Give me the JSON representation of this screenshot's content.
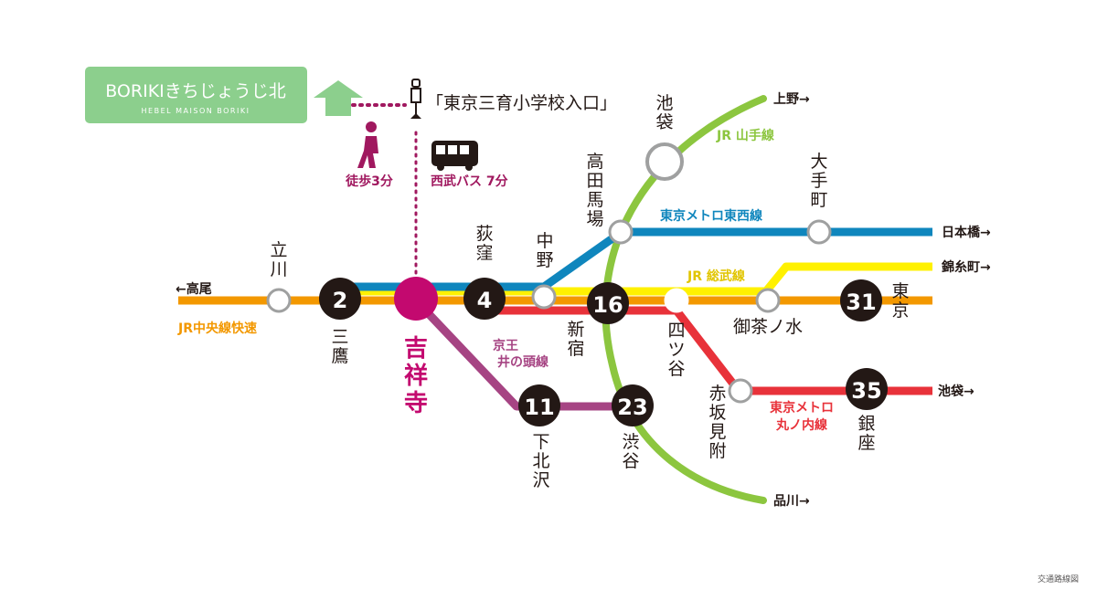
{
  "brand": {
    "name": "BORIKIきちじょうじ北",
    "subtitle": "HEBEL MAISON BORIKI",
    "bg_color": "#8ccf8d"
  },
  "access": {
    "walk_label": "徒歩3分",
    "bus_label": "西武バス 7分",
    "bus_stop_name": "「東京三育小学校入口」",
    "color": "#a0185f"
  },
  "main_station": {
    "name": "吉祥寺",
    "color": "#c3096f"
  },
  "lines": {
    "chuo_rapid": {
      "name": "JR中央線快速",
      "color": "#f39800"
    },
    "sobu": {
      "name": "JR 総武線",
      "color": "#fff100"
    },
    "tozai": {
      "name": "東京メトロ東西線",
      "color": "#0f86bd"
    },
    "marunouchi": {
      "name1": "東京メトロ",
      "name2": "丸ノ内線",
      "color": "#e8323a"
    },
    "inokashira": {
      "name1": "京王",
      "name2": "井の頭線",
      "color": "#a64483"
    },
    "yamanote": {
      "name": "JR 山手線",
      "color": "#8cc63f"
    }
  },
  "stations": {
    "tachikawa": "立川",
    "mitaka": "三鷹",
    "ogikubo": "荻窪",
    "nakano": "中野",
    "takadanobaba": "高田馬場",
    "ikebukuro": "池袋",
    "otemachi": "大手町",
    "shinjuku": "新宿",
    "yotsuya": "四ツ谷",
    "ochanomizu": "御茶ノ水",
    "tokyo": "東京",
    "akasakamitsuke": "赤坂見附",
    "ginza": "銀座",
    "shimokitazawa": "下北沢",
    "shibuya": "渋谷"
  },
  "minutes": {
    "mitaka": "2",
    "ogikubo": "4",
    "shinjuku": "16",
    "tokyo": "31",
    "ginza": "35",
    "shimokitazawa": "11",
    "shibuya": "23"
  },
  "directions": {
    "takao": "←高尾",
    "ueno": "上野→",
    "nihonbashi": "日本橋→",
    "kinshicho": "錦糸町→",
    "ikebukuro": "池袋→",
    "shinagawa": "品川→"
  },
  "footer": {
    "caption": "交通路線図"
  }
}
